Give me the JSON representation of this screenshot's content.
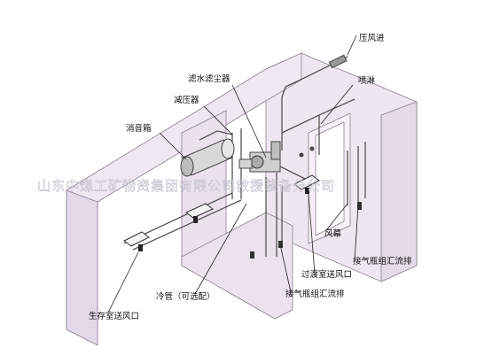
{
  "labels": {
    "compressed_air": "压风进",
    "water_filter": "滤水滤尘器",
    "pressure_reducer": "减压器",
    "spray": "喷淋",
    "muffler": "消音箱",
    "air_curtain": "风幕",
    "gas_cylinder_manifold_right": "接气瓶组汇流排",
    "transition_chamber_vent": "过渡室送风口",
    "gas_cylinder_manifold_bottom": "接气瓶组汇流排",
    "cooling_pipe": "冷管（可选配）",
    "survival_chamber_vent": "生存室送风口"
  },
  "watermark": "山东中煤工矿物资集团有限公司救援装备分公司",
  "colors": {
    "wall_fill": "#ece3ee",
    "wall_stroke": "#8a7f90",
    "pipe_stroke": "#555555",
    "leader": "#222222"
  }
}
